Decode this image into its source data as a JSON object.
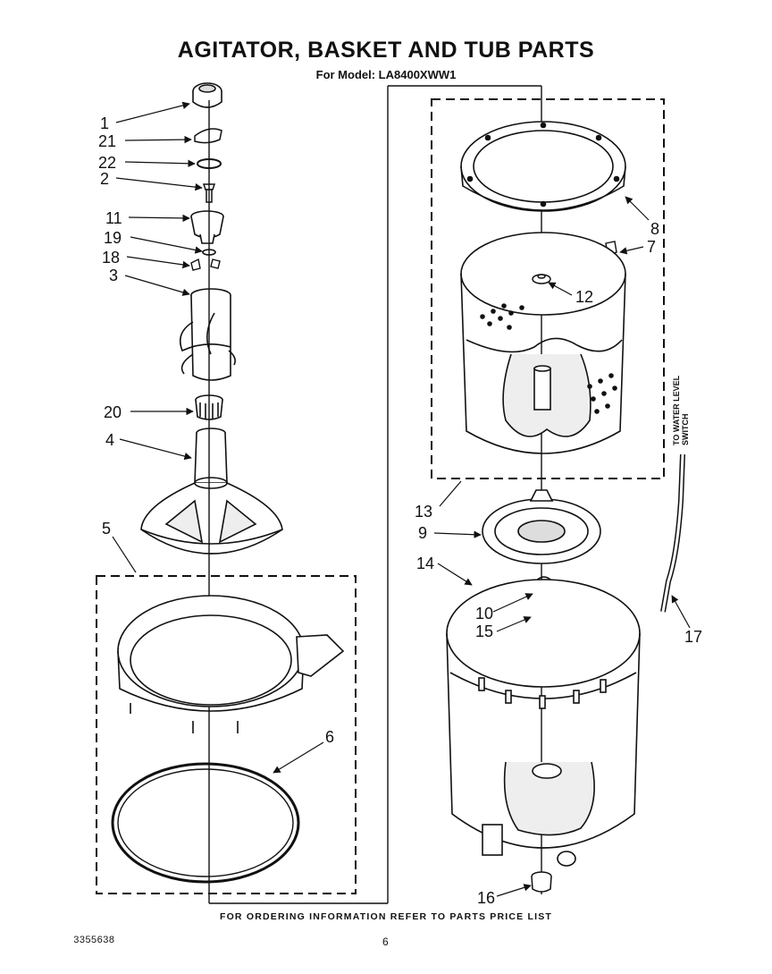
{
  "title": "AGITATOR, BASKET AND TUB PARTS",
  "subtitle": "For Model: LA8400XWW1",
  "footer_note": "FOR ORDERING INFORMATION REFER TO PARTS PRICE LIST",
  "document_number": "3355638",
  "page_number": "6",
  "side_label": {
    "line1": "TO WATER LEVEL",
    "line2": "SWITCH"
  },
  "callouts": {
    "c1": "1",
    "c21": "21",
    "c22": "22",
    "c2": "2",
    "c11": "11",
    "c19": "19",
    "c18": "18",
    "c3": "3",
    "c20": "20",
    "c4": "4",
    "c5": "5",
    "c6": "6",
    "c8": "8",
    "c7": "7",
    "c12": "12",
    "c13": "13",
    "c9": "9",
    "c14": "14",
    "c10": "10",
    "c15": "15",
    "c17": "17",
    "c16": "16"
  }
}
